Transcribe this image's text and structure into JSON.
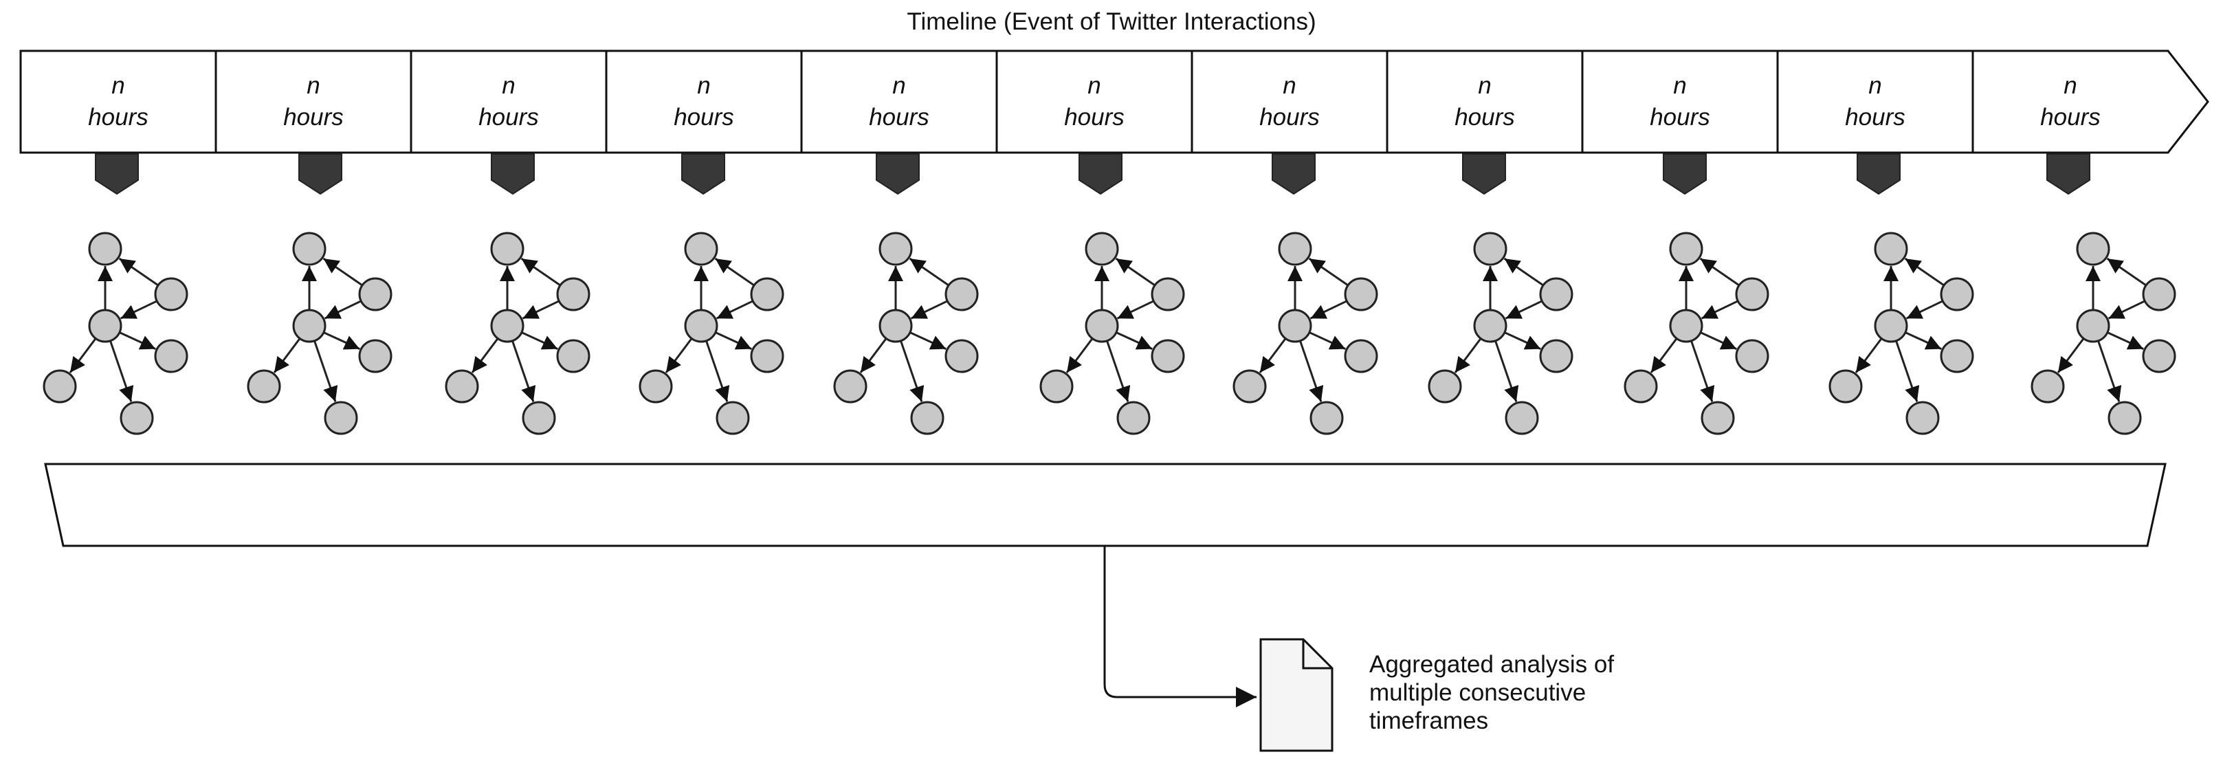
{
  "timeline": {
    "title": "Timeline (Event of Twitter Interactions)",
    "segments": [
      {
        "variable": "n",
        "unit": "hours"
      },
      {
        "variable": "n",
        "unit": "hours"
      },
      {
        "variable": "n",
        "unit": "hours"
      },
      {
        "variable": "n",
        "unit": "hours"
      },
      {
        "variable": "n",
        "unit": "hours"
      },
      {
        "variable": "n",
        "unit": "hours"
      },
      {
        "variable": "n",
        "unit": "hours"
      },
      {
        "variable": "n",
        "unit": "hours"
      },
      {
        "variable": "n",
        "unit": "hours"
      },
      {
        "variable": "n",
        "unit": "hours"
      },
      {
        "variable": "n",
        "unit": "hours"
      }
    ]
  },
  "graph": {
    "node_fill": "#c8c8c8",
    "stroke": "#222222",
    "nodes": [
      "center",
      "top",
      "upper-right",
      "lower-right",
      "lower-left",
      "bottom"
    ],
    "edges": [
      {
        "from": "center",
        "to": "top"
      },
      {
        "from": "upper-right",
        "to": "top"
      },
      {
        "from": "upper-right",
        "to": "center"
      },
      {
        "from": "center",
        "to": "lower-right"
      },
      {
        "from": "center",
        "to": "lower-left"
      },
      {
        "from": "center",
        "to": "bottom"
      }
    ]
  },
  "output": {
    "caption_lines": [
      "Aggregated analysis of",
      "multiple consecutive",
      "timeframes"
    ]
  },
  "colors": {
    "marker": "#383838",
    "document_fill": "#f5f5f5",
    "line": "#111111"
  }
}
